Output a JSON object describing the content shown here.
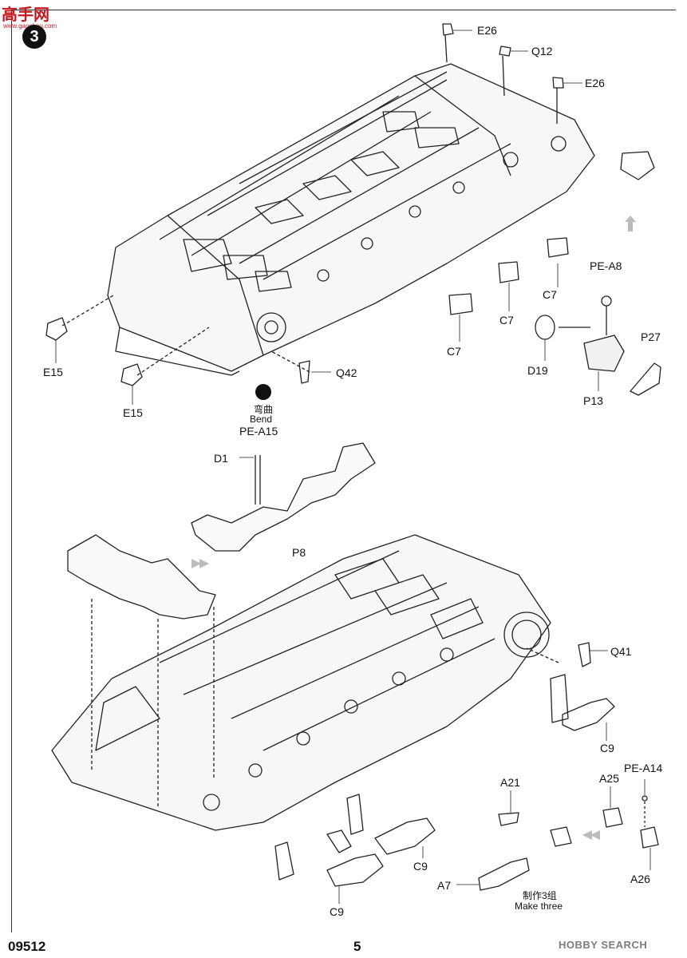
{
  "step_number": "3",
  "watermark": {
    "site_cn": "高手网",
    "site_url": "www.gaoshou.com",
    "brand": "HOBBY SEARCH"
  },
  "footer": {
    "kit_number": "09512",
    "page_number": "5"
  },
  "part_labels": {
    "e26_top": "E26",
    "q12": "Q12",
    "e26_right": "E26",
    "pe_a8": "PE-A8",
    "p27": "P27",
    "c7_right": "C7",
    "c7_mid": "C7",
    "c7_left": "C7",
    "d19": "D19",
    "p13": "P13",
    "e15_upper": "E15",
    "e15_lower": "E15",
    "q42": "Q42",
    "pe_a15": "PE-A15",
    "d1": "D1",
    "p8": "P8",
    "q41": "Q41",
    "c9_right": "C9",
    "pe_a14": "PE-A14",
    "a21": "A21",
    "a25": "A25",
    "c9_mid": "C9",
    "a7": "A7",
    "a26": "A26",
    "c9_bottom": "C9"
  },
  "notes": {
    "bend_cn": "弯曲",
    "bend_en": "Bend",
    "make_three_cn": "制作3组",
    "make_three_en": "Make three"
  },
  "icons": [
    "bend-icon",
    "direction-arrow-icon"
  ]
}
